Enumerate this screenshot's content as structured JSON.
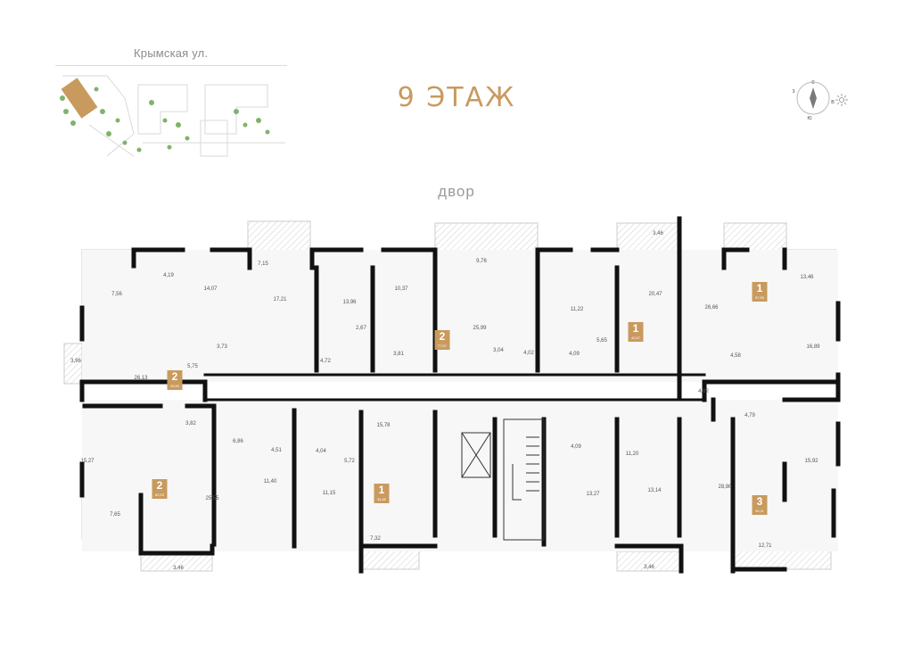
{
  "header": {
    "street": "Крымская ул.",
    "floor_title": "9 ЭТАЖ",
    "courtyard": "двор"
  },
  "compass": {
    "letters": [
      "с",
      "з",
      "в",
      "ю"
    ],
    "sun_icon": "sun-icon"
  },
  "colors": {
    "accent": "#c99a5e",
    "wall": "#111111",
    "balcony_hatch": "#cfcfcf",
    "plan_fill": "#f7f7f7"
  },
  "apartments": [
    {
      "rooms": "2",
      "area": "26,60"
    },
    {
      "rooms": "2",
      "area": "77,57"
    },
    {
      "rooms": "1",
      "area": "42,67"
    },
    {
      "rooms": "1",
      "area": "57,50"
    },
    {
      "rooms": "2",
      "area": "60,53"
    },
    {
      "rooms": "1",
      "area": "34,89"
    },
    {
      "rooms": "3",
      "area": "94,11"
    }
  ],
  "room_areas": [
    "4,19",
    "14,07",
    "7,15",
    "17,21",
    "13,96",
    "10,37",
    "9,76",
    "3,46",
    "11,22",
    "20,47",
    "13,46",
    "7,56",
    "3,73",
    "2,67",
    "25,99",
    "26,66",
    "3,96",
    "26,13",
    "5,75",
    "4,72",
    "3,81",
    "3,04",
    "4,02",
    "4,09",
    "5,65",
    "4,58",
    "16,89",
    "4,82",
    "3,82",
    "6,86",
    "4,04",
    "15,78",
    "4,79",
    "4,51",
    "5,72",
    "11,20",
    "15,27",
    "11,40",
    "11,15",
    "4,09",
    "25,55",
    "13,27",
    "13,14",
    "28,86",
    "15,92",
    "7,65",
    "7,32",
    "3,46",
    "3,46",
    "12,71"
  ]
}
